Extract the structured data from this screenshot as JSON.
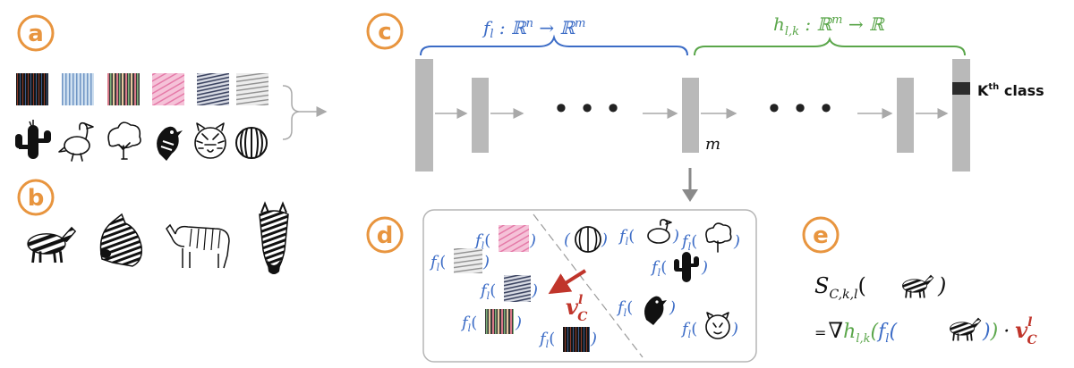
{
  "panels": {
    "a": "a",
    "b": "b",
    "c": "c",
    "d": "d",
    "e": "e"
  },
  "panel_c": {
    "f_label": "f",
    "f_sub": "l",
    "f_map": " : ℝ",
    "f_n": "n",
    "f_arrow": " → ℝ",
    "f_m": "m",
    "h_label": "h",
    "h_sub": "l,k",
    "h_map": " : ℝ",
    "h_m": "m",
    "h_arrow": " → ℝ",
    "dots": "• • •",
    "m_label": "m",
    "kth_label_k": "K",
    "kth_label_sup": "th",
    "kth_label_rest": " class"
  },
  "panel_d": {
    "fl": "f",
    "fl_sub": "l",
    "v_label": "v",
    "v_sup": "l",
    "v_sub": "C"
  },
  "panel_e": {
    "s_label": "S",
    "s_sub": "C,k,l",
    "eq": "=",
    "nabla": "∇",
    "h": "h",
    "h_sub": "l,k",
    "f": "f",
    "f_sub": "l",
    "dot": "·",
    "v": "v",
    "v_sup": "l",
    "v_sub": "C"
  },
  "colors": {
    "accent_orange": "#e8953f",
    "f_blue": "#3c6cc6",
    "h_green": "#5aa64a",
    "v_red": "#c0352b",
    "layer_gray": "#b9b9b9"
  },
  "icons": {
    "panel_a_textures": [
      "black-stripe-texture",
      "blue-stripe-texture",
      "multicolor-stripe-texture",
      "pink-stripe-texture",
      "navy-stripe-texture",
      "gray-stripe-texture"
    ],
    "panel_a_objects": [
      "cactus-icon",
      "dodo-icon",
      "tree-icon",
      "bird-icon",
      "tiger-icon",
      "watermelon-icon"
    ],
    "panel_b_zebras": [
      "zebra-side-icon",
      "zebra-head-icon",
      "zebra-outline-icon",
      "zebra-front-icon"
    ]
  }
}
